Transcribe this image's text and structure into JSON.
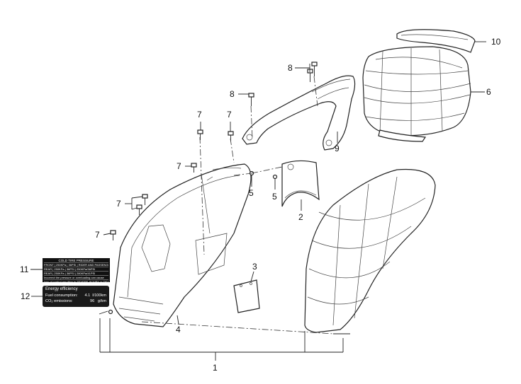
{
  "callouts": {
    "c1": "1",
    "c2": "2",
    "c3": "3",
    "c4": "4",
    "c5a": "5",
    "c5b": "5",
    "c6": "6",
    "c7a": "7",
    "c7b": "7",
    "c7c": "7",
    "c7d": "7",
    "c7e": "7",
    "c8a": "8",
    "c8b": "8",
    "c9": "9",
    "c10": "10",
    "c11": "11",
    "c12": "12"
  },
  "tire_label": {
    "title": "COLD TIRE PRESSURE",
    "rows": [
      "FRONT | 250KPa | 36PSI | RIDER AND PASSENGER",
      "REAR | 250KPa | 36PSI | 250KPa/36PSI",
      "REAR | 250KPa | 36PSI | 280KPa/41PSI",
      "Incorrect tire pressure or overloading can cause",
      "loss of control resulting in SEVERE INJURY or DEATH"
    ]
  },
  "energy_label": {
    "title": "Energy efficiency",
    "fuel_label": "Fuel consumption:",
    "fuel_value": "4.1  l/100km",
    "co2_label": "CO₂ emissions:",
    "co2_value": "96   g/km"
  },
  "colors": {
    "line": "#222222",
    "background": "#ffffff",
    "label_bg": "#111111"
  }
}
